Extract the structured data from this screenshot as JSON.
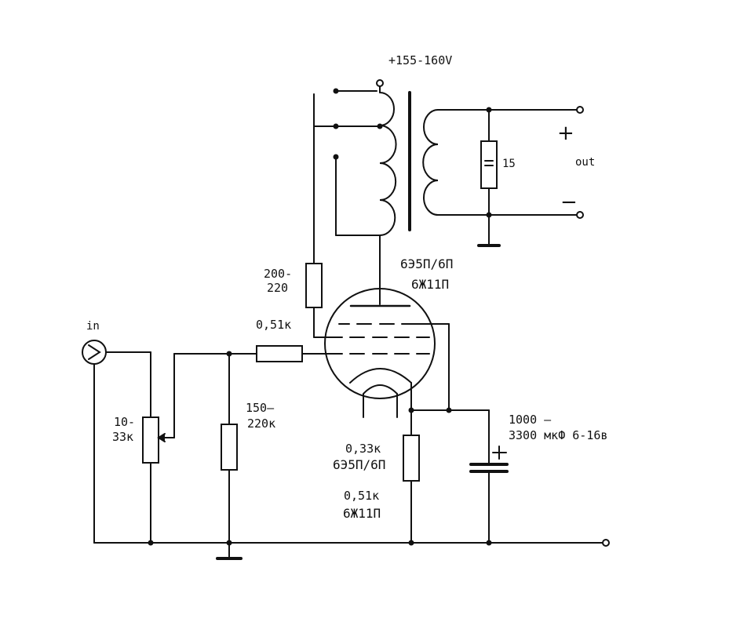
{
  "labels": {
    "supply": "+155-160V",
    "output_load": "15",
    "out": "out",
    "plus": "+",
    "minus": "−",
    "tube_type_a": "6Э5П/6П",
    "tube_type_b": "6Ж11П",
    "screen_res_a": "200-",
    "screen_res_b": "220",
    "grid_stop_res": "0,51к",
    "input": "in",
    "pot_a": "10-",
    "pot_b": "33к",
    "grid_leak_a": "150—",
    "grid_leak_b": "220к",
    "cap_a": "1000 –",
    "cap_b": "3300 мкФ  6-16в",
    "cathode_res_a": "0,33к",
    "cathode_res_b": "6Э5П/6П",
    "cathode_res_c": "0,51к",
    "cathode_res_d": "6Ж11П"
  }
}
